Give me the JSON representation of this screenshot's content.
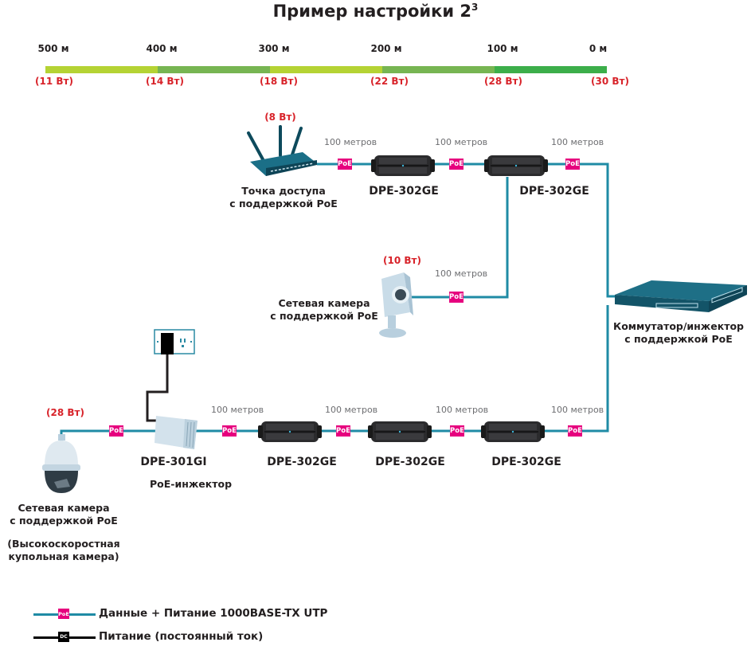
{
  "title": {
    "text": "Пример настройки 2",
    "superscript": "3"
  },
  "scale": {
    "distances": [
      "500 м",
      "400 м",
      "300 м",
      "200 м",
      "100 м",
      "0 м"
    ],
    "powers": [
      "(11 Вт)",
      "(14 Вт)",
      "(18 Вт)",
      "(22 Вт)",
      "(28 Вт)",
      "(30 Вт)"
    ],
    "segment_colors": [
      "#b5d334",
      "#77b552",
      "#b5d334",
      "#77b552",
      "#3cae4a"
    ]
  },
  "colors": {
    "data_power_line": "#1f8ba5",
    "dc_line": "#000000",
    "poe_tag": "#e6007e",
    "power_text": "#d8232a"
  },
  "segment_length": "100 метров",
  "poe_tag": "PoE",
  "dc_tag": "DC",
  "top_chain": {
    "access_point": {
      "power": "(8 Вт)",
      "caption_line1": "Точка доступа",
      "caption_line2": "с поддержкой PoE"
    },
    "extenders": [
      "DPE-302GE",
      "DPE-302GE"
    ]
  },
  "camera_branch": {
    "power": "(10 Вт)",
    "caption_line1": "Сетевая камера",
    "caption_line2": "с поддержкой PoE"
  },
  "switch": {
    "caption_line1": "Коммутатор/инжектор",
    "caption_line2": "с поддержкой PoE"
  },
  "bottom_chain": {
    "injector": {
      "model": "DPE-301GI",
      "caption": "PoE-инжектор"
    },
    "extenders": [
      "DPE-302GE",
      "DPE-302GE",
      "DPE-302GE"
    ],
    "dome_camera": {
      "power": "(28 Вт)",
      "caption_line1": "Сетевая камера",
      "caption_line2": "с поддержкой PoE",
      "note_line1": "(Высокоскоростная",
      "note_line2": "купольная камера)"
    }
  },
  "legend": {
    "items": [
      {
        "tag": "PoE",
        "label": "Данные + Питание 1000BASE-TX UTP"
      },
      {
        "tag": "DC",
        "label": "Питание (постоянный ток)"
      }
    ]
  }
}
